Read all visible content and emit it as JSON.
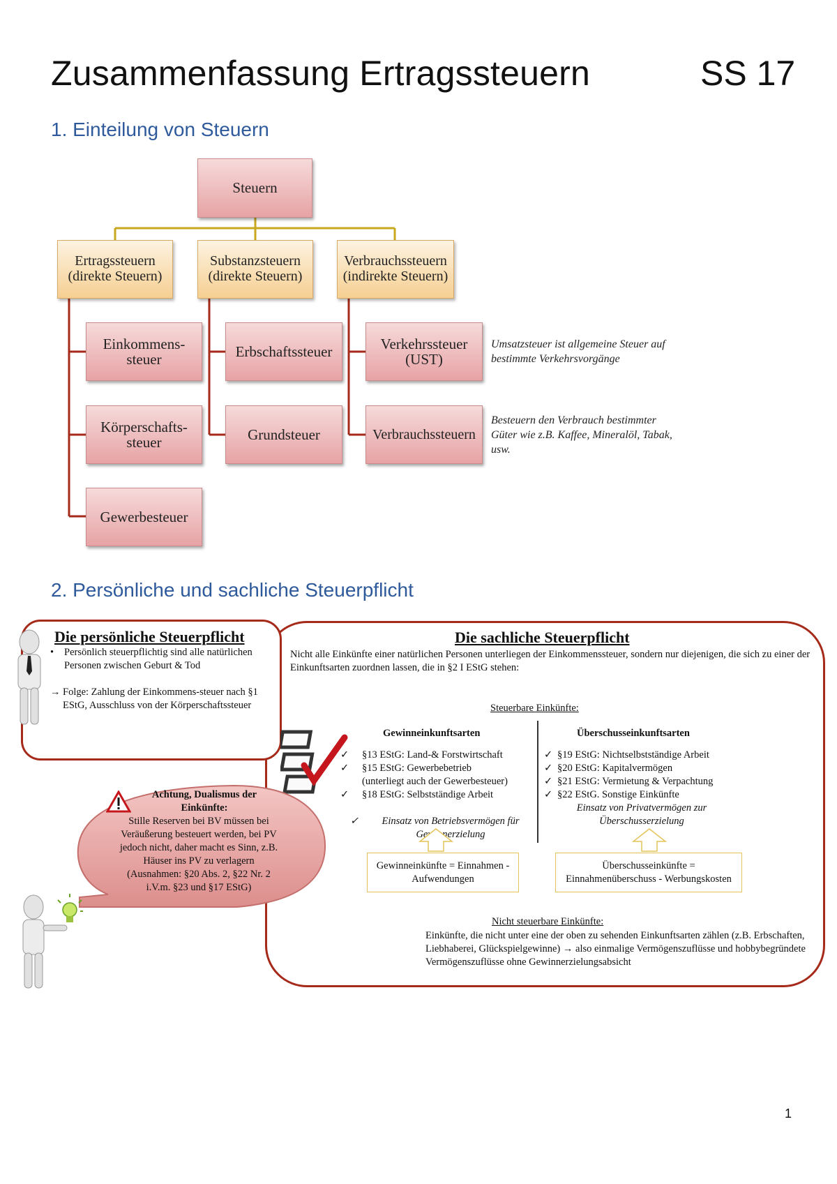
{
  "header": {
    "title": "Zusammenfassung Ertragssteuern",
    "semester": "SS 17"
  },
  "section1": {
    "heading": "1. Einteilung von Steuern",
    "root": "Steuern",
    "categories": [
      {
        "label": "Ertragssteuern (direkte Steuern)",
        "children": [
          "Einkommens-steuer",
          "Körperschafts-steuer",
          "Gewerbesteuer"
        ]
      },
      {
        "label": "Substanzsteuern (direkte Steuern)",
        "children": [
          "Erbschaftssteuer",
          "Grundsteuer"
        ]
      },
      {
        "label": "Verbrauchssteuern (indirekte Steuern)",
        "children": [
          "Verkehrssteuer (UST)",
          "Verbrauchssteuern"
        ]
      }
    ],
    "notes": {
      "ust": "Umsatzsteuer ist allgemeine Steuer auf bestimmte Verkehrsvorgänge",
      "verbrauch": "Besteuern den Verbrauch bestimmter Güter wie z.B. Kaffee, Mineralöl, Tabak, usw."
    }
  },
  "section2": {
    "heading": "2. Persönliche und sachliche Steuerpflicht",
    "personal": {
      "title": "Die persönliche Steuerpflicht",
      "bullet": "Persönlich steuerpflichtig sind alle natürlichen Personen zwischen Geburt & Tod",
      "consequence": "Folge: Zahlung der Einkommens-steuer nach §1 EStG, Ausschluss von der Körperschaftssteuer"
    },
    "warning": {
      "title": "Achtung, Dualismus der Einkünfte:",
      "text": "Stille Reserven bei BV müssen bei Veräußerung besteuert werden, bei PV jedoch nicht, daher macht es Sinn, z.B. Häuser ins PV zu verlagern (Ausnahmen: §20 Abs. 2, §22 Nr. 2 i.V.m. §23 und §17 EStG)"
    },
    "factual": {
      "title": "Die sachliche Steuerpflicht",
      "intro": "Nicht alle Einkünfte einer natürlichen Personen unterliegen der Einkommenssteuer, sondern nur diejenigen, die sich zu einer der Einkunftsarten zuordnen lassen, die in §2 I EStG stehen:",
      "taxable_label": "Steuerbare Einkünfte:",
      "profit": {
        "heading": "Gewinneinkunftsarten",
        "items": [
          "§13 EStG: Land-& Forstwirtschaft",
          "§15 EStG: Gewerbebetrieb",
          "(unterliegt auch der Gewerbesteuer)",
          "§18 EStG: Selbstständige Arbeit"
        ],
        "note": "Einsatz von Betriebsvermögen für Gewinnerzielung",
        "formula": "Gewinneinkünfte = Einnahmen - Aufwendungen"
      },
      "surplus": {
        "heading": "Überschusseinkunftsarten",
        "items": [
          "§19 EStG: Nichtselbstständige Arbeit",
          "§20 EStG: Kapitalvermögen",
          "§21 EStG: Vermietung & Verpachtung",
          "§22 EStG. Sonstige Einkünfte"
        ],
        "note": "Einsatz von Privatvermögen zur Überschusserzielung",
        "formula": "Überschusseinkünfte = Einnahmenüberschuss - Werbungskosten"
      },
      "nontaxable_label": "Nicht steuerbare Einkünfte:",
      "nontaxable_text": "Einkünfte, die nicht unter eine der oben zu sehenden Einkunftsarten zählen (z.B. Erbschaften, Liebhaberei, Glückspielgewinne) → also einmalige Vermögenszuflüsse und hobbybegründete Vermögenszuflüsse ohne Gewinnerzielungsabsicht"
    }
  },
  "footer": {
    "page_number": "1"
  },
  "colors": {
    "heading_blue": "#2e5a9c",
    "connector_gold": "#c8a81e",
    "connector_red": "#a52a1a",
    "panel_border": "#a52a1a"
  }
}
